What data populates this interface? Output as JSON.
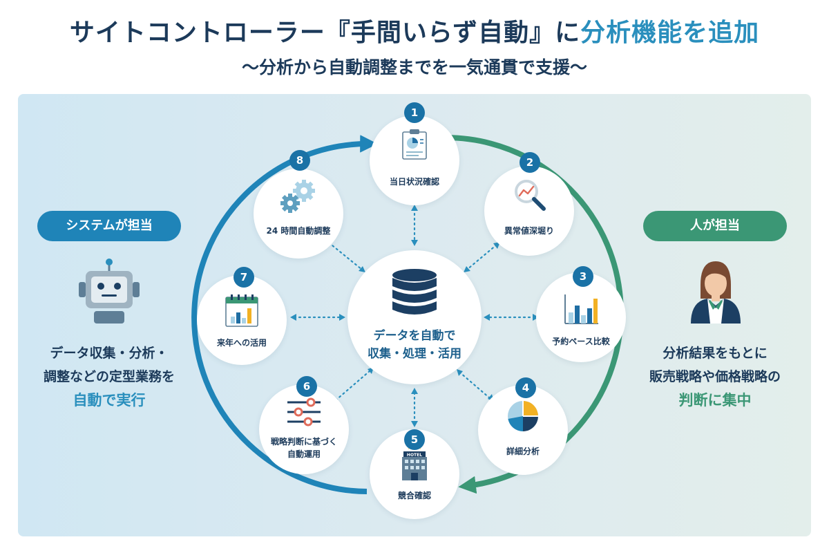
{
  "header": {
    "title_main": "サイトコントローラー『手間いらず自動』に",
    "title_highlight": "分析機能を追加",
    "subtitle": "〜分析から自動調整までを一気通貫で支援〜"
  },
  "left": {
    "pill": "システムが担当",
    "line1": "データ収集・分析・",
    "line2": "調整などの定型業務を",
    "line3": "自動で実行"
  },
  "right": {
    "pill": "人が担当",
    "line1": "分析結果をもとに",
    "line2": "販売戦略や価格戦略の",
    "line3": "判断に集中"
  },
  "center": {
    "line1": "データを自動で",
    "line2": "収集・処理・活用"
  },
  "steps": [
    {
      "num": "1",
      "label": "当日状況確認"
    },
    {
      "num": "2",
      "label": "異常値深堀り"
    },
    {
      "num": "3",
      "label": "予約ペース比較"
    },
    {
      "num": "4",
      "label": "詳細分析"
    },
    {
      "num": "5",
      "label": "競合確認"
    },
    {
      "num": "6",
      "label": "戦略判断に基づく",
      "label2": "自動運用"
    },
    {
      "num": "7",
      "label": "来年への活用"
    },
    {
      "num": "8",
      "label": "24 時間自動調整"
    }
  ],
  "icons": {
    "robot": "robot-icon",
    "person": "person-icon",
    "database": "database-icon",
    "report": "report-icon",
    "magnifier": "magnifier-chart-icon",
    "bar_chart": "bar-chart-icon",
    "pie_chart": "pie-chart-icon",
    "hotel": "hotel-icon",
    "hotel_sign": "HOTEL",
    "sliders": "sliders-icon",
    "calendar": "calendar-chart-icon",
    "gears": "gears-icon"
  },
  "colors": {
    "system_blue": "#2a8fbd",
    "human_green": "#3b9775",
    "navy": "#1c3a5a",
    "badge": "#1a72a6"
  }
}
